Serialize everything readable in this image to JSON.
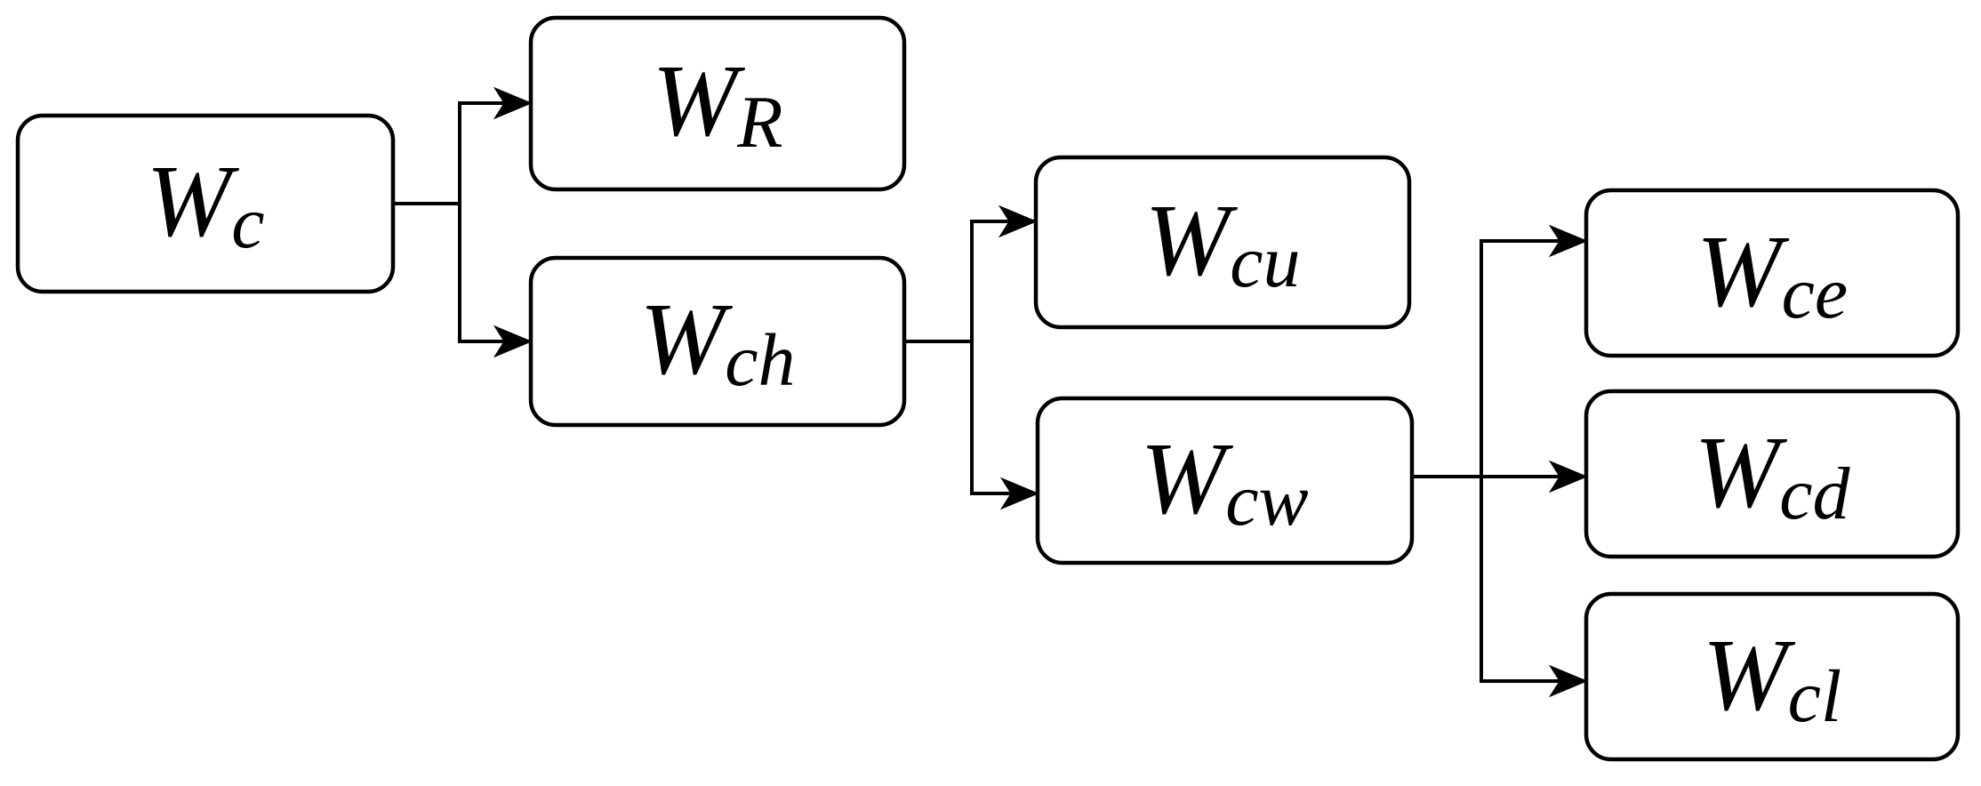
{
  "diagram": {
    "kind": "hierarchy-tree-flowchart",
    "orientation": "left-to-right",
    "colors": {
      "background": "#ffffff",
      "node_fill": "#ffffff",
      "node_stroke": "#000000",
      "edge_stroke": "#000000",
      "label_color": "#000000"
    },
    "nodes": [
      {
        "id": "Wc",
        "symbol": "W",
        "subscript": "c",
        "label": "Wc",
        "level": 1
      },
      {
        "id": "WR",
        "symbol": "W",
        "subscript": "R",
        "label": "WR",
        "level": 2
      },
      {
        "id": "Wch",
        "symbol": "W",
        "subscript": "ch",
        "label": "Wch",
        "level": 2
      },
      {
        "id": "Wcu",
        "symbol": "W",
        "subscript": "cu",
        "label": "Wcu",
        "level": 3
      },
      {
        "id": "Wcw",
        "symbol": "W",
        "subscript": "cw",
        "label": "Wcw",
        "level": 3
      },
      {
        "id": "Wce",
        "symbol": "W",
        "subscript": "ce",
        "label": "Wce",
        "level": 4
      },
      {
        "id": "Wcd",
        "symbol": "W",
        "subscript": "cd",
        "label": "Wcd",
        "level": 4
      },
      {
        "id": "Wcl",
        "symbol": "W",
        "subscript": "cl",
        "label": "Wcl",
        "level": 4
      }
    ],
    "edges": [
      {
        "from": "Wc",
        "to": "WR"
      },
      {
        "from": "Wc",
        "to": "Wch"
      },
      {
        "from": "Wch",
        "to": "Wcu"
      },
      {
        "from": "Wch",
        "to": "Wcw"
      },
      {
        "from": "Wcw",
        "to": "Wce"
      },
      {
        "from": "Wcw",
        "to": "Wcd"
      },
      {
        "from": "Wcw",
        "to": "Wcl"
      }
    ]
  }
}
